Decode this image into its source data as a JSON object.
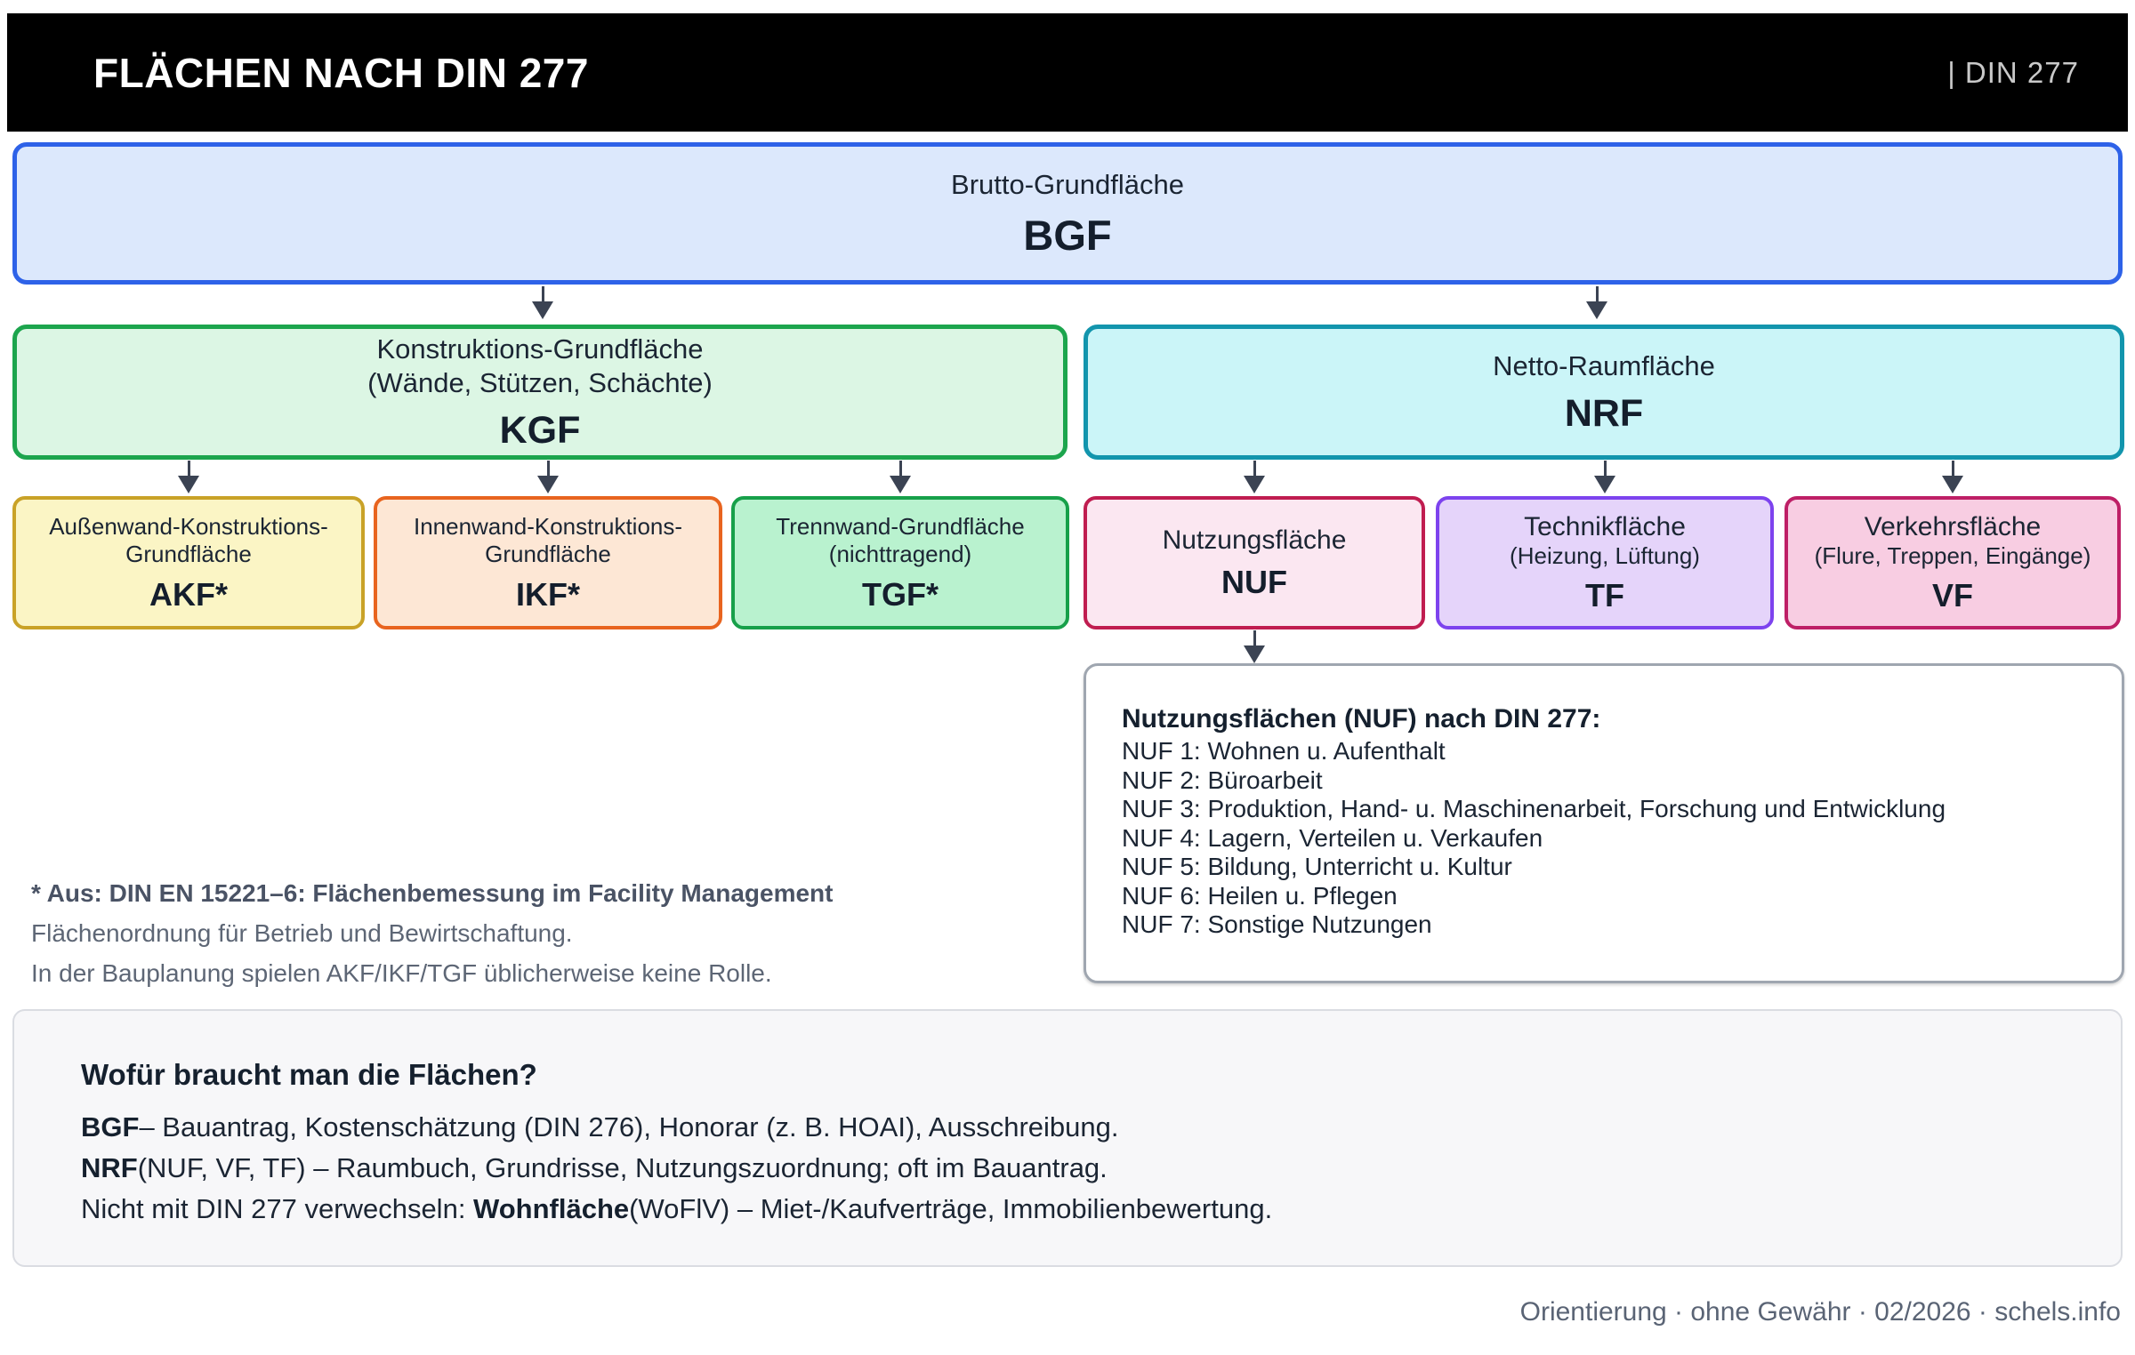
{
  "header": {
    "title": "FLÄCHEN NACH DIN 277",
    "right_label": "| DIN 277"
  },
  "tree": {
    "bgf": {
      "label": "Brutto-Grundfläche",
      "acronym": "BGF",
      "fill": "#dce8fc",
      "border": "#2e62e8"
    },
    "kgf": {
      "label": "Konstruktions-Grundfläche\n(Wände, Stützen, Schächte)",
      "acronym": "KGF",
      "fill": "#dcf6e4",
      "border": "#1ca54d"
    },
    "nrf": {
      "label": "Netto-Raumfläche",
      "acronym": "NRF",
      "fill": "#cbf5f8",
      "border": "#1295ad"
    },
    "akf": {
      "label": "Außenwand-Konstruktions-\nGrundfläche",
      "acronym": "AKF*",
      "fill": "#fbf5c5",
      "border": "#c9a227"
    },
    "ikf": {
      "label": "Innenwand-Konstruktions-\nGrundfläche",
      "acronym": "IKF*",
      "fill": "#fde7d5",
      "border": "#e8641f"
    },
    "tgf": {
      "label": "Trennwand-Grundfläche\n(nichttragend)",
      "acronym": "TGF*",
      "fill": "#b9f2cf",
      "border": "#17a04a"
    },
    "nuf": {
      "label": "Nutzungsfläche",
      "acronym": "NUF",
      "fill": "#fbe7f1",
      "border": "#c01d50"
    },
    "tf": {
      "label": "Technikfläche",
      "sub": "(Heizung, Lüftung)",
      "acronym": "TF",
      "fill": "#e5d4fa",
      "border": "#7d43ee"
    },
    "vf": {
      "label": "Verkehrsfläche",
      "sub": "(Flure, Treppen, Eingänge)",
      "acronym": "VF",
      "fill": "#f8cde2",
      "border": "#be1f66"
    }
  },
  "nuf_detail": {
    "title": "Nutzungsflächen (NUF) nach DIN 277:",
    "items": [
      "NUF 1: Wohnen u. Aufenthalt",
      "NUF 2: Büroarbeit",
      "NUF 3: Produktion, Hand- u. Maschinenarbeit, Forschung und Entwicklung",
      "NUF 4: Lagern, Verteilen u. Verkaufen",
      "NUF 5: Bildung, Unterricht u. Kultur",
      "NUF 6: Heilen u. Pflegen",
      "NUF 7: Sonstige Nutzungen"
    ]
  },
  "footnote": {
    "bold_line": "* Aus: DIN EN 15221–6: Flächenbemessung im Facility Management",
    "rest": "Flächenordnung für Betrieb und Bewirtschaftung.\nIn der Bauplanung spielen AKF/IKF/TGF üblicherweise keine Rolle."
  },
  "usage": {
    "title": "Wofür braucht man die Flächen?",
    "lines": [
      [
        {
          "t": "BGF",
          "b": true
        },
        {
          "t": "– Bauantrag, Kostenschätzung (DIN 276), Honorar (z. B. HOAI), Ausschreibung."
        }
      ],
      [
        {
          "t": "NRF",
          "b": true
        },
        {
          "t": "(NUF, VF, TF) – Raumbuch, Grundrisse, Nutzungszuordnung; oft im Bauantrag."
        }
      ],
      [
        {
          "t": "Nicht mit DIN 277 verwechseln: "
        },
        {
          "t": "Wohnfläche",
          "b": true
        },
        {
          "t": "(WoFlV) – Miet-/Kaufverträge, Immobilienbewertung."
        }
      ]
    ]
  },
  "footer": {
    "text": "Orientierung · ohne Gewähr · 02/2026 · schels.info"
  },
  "colors": {
    "header_bg": "#000000",
    "text_dark": "#1b2533",
    "muted_text": "#5d6675",
    "arrow": "#3b4353",
    "detail_border": "#9fa6b0",
    "usage_bg": "#f7f7f9"
  }
}
